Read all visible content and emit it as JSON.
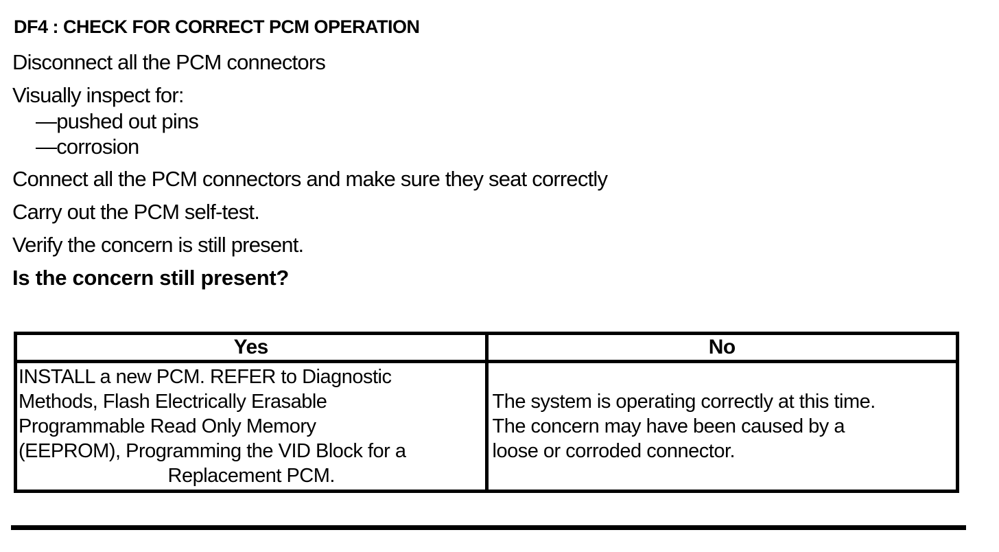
{
  "document": {
    "heading": "DF4 : CHECK FOR CORRECT PCM OPERATION",
    "steps": {
      "disconnect": "Disconnect all the PCM connectors",
      "inspect": "Visually inspect for:",
      "inspect_items": [
        "—pushed out pins",
        "—corrosion"
      ],
      "connect": "Connect all the PCM connectors and make sure they seat correctly",
      "self_test": "Carry out the PCM self-test.",
      "verify": "Verify the concern is still present.",
      "question": "Is the concern still present?"
    },
    "decision_table": {
      "yes_header": "Yes",
      "no_header": "No",
      "yes_lines": [
        "INSTALL a new PCM. REFER to Diagnostic",
        "Methods, Flash Electrically Erasable",
        "Programmable Read Only Memory",
        "(EEPROM), Programming the VID Block for a",
        "Replacement PCM."
      ],
      "no_lines": [
        "The system is operating correctly at this time.",
        "The concern may have been caused by a",
        "loose or corroded connector."
      ]
    },
    "colors": {
      "text": "#000000",
      "background": "#ffffff",
      "border": "#000000"
    }
  }
}
